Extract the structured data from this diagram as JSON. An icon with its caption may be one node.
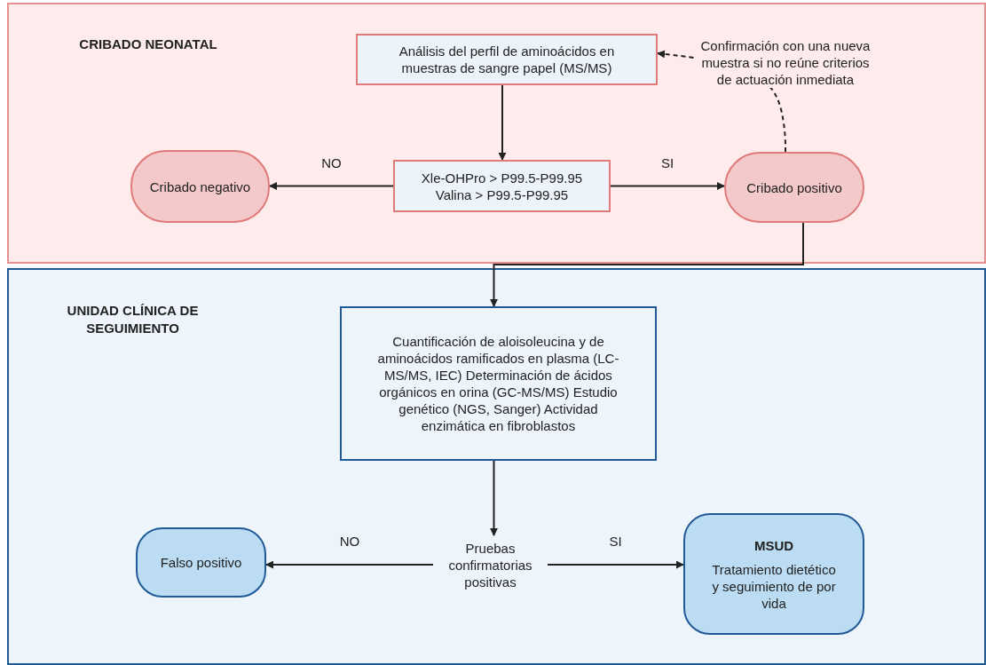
{
  "diagram": {
    "nodes": [
      {
        "text": [
          "CRIBADO NEONATAL"
        ]
      },
      {
        "text": [
          "Análisis del perfil de aminoácidos en muestras de sangre papel (MS/MS)"
        ],
        "in": 0
      },
      {
        "text": [
          "Xle-OHPro > P99.5-P99.95 Valina > P99.5-P99.95"
        ],
        "in": 0
      },
      {
        "text": [
          "Cribado negativo"
        ],
        "in": 0
      },
      {
        "text": [
          "Cribado positivo"
        ],
        "in": 0
      },
      {
        "text": [
          "UNIDAD CLÍNICA DE SEGUIMIENTO"
        ]
      },
      {
        "text": [
          "Cuantificación de aloisoleucina y de aminoácidos ramificados en plasma (LC-MS/MS, IEC) Determinación de ácidos orgánicos en orina (GC-MS/MS) Estudio genético (NGS, Sanger) Actividad enzimática en fibroblastos"
        ],
        "in": 5
      },
      {
        "text": [
          "Pruebas confirmatorias positivas"
        ],
        "in": 5
      },
      {
        "text": [
          "Falso positivo"
        ],
        "in": 5
      },
      {
        "text": [
          "MSUD",
          "Tratamiento dietético y seguimiento de por vida"
        ],
        "in": 5
      }
    ],
    "edges": [
      {
        "from": 1,
        "to": 2,
        "arrow": "to"
      },
      {
        "from": 2,
        "to": 3,
        "arrow": "to",
        "label": "NO"
      },
      {
        "from": 2,
        "to": 4,
        "arrow": "to",
        "label": "SI"
      },
      {
        "from": 4,
        "to": 1,
        "arrow": "to",
        "style": "dashed",
        "label": "Confirmación con una nueva muestra si no reúne criterios de actuación inmediata"
      },
      {
        "from": 4,
        "to": 6,
        "arrow": "to"
      },
      {
        "from": 6,
        "to": 7,
        "arrow": "to"
      },
      {
        "from": 7,
        "to": 8,
        "arrow": "to",
        "label": "NO"
      },
      {
        "from": 7,
        "to": 9,
        "arrow": "to",
        "label": "SI"
      }
    ]
  }
}
